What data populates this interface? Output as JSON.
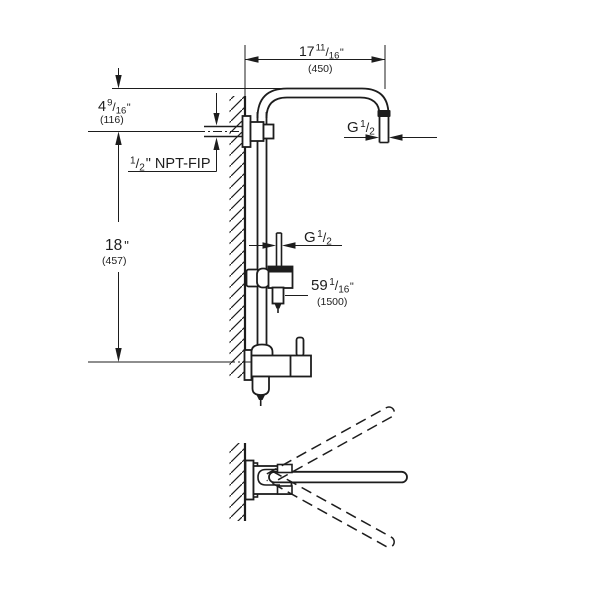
{
  "labels": {
    "width": {
      "whole": "17",
      "num": "11",
      "slash": "/",
      "den": "16",
      "unit": "\"",
      "mm": "(450)"
    },
    "arm_height": {
      "whole": "4",
      "num": "9",
      "slash": "/",
      "den": "16",
      "unit": "\"",
      "mm": "(116)"
    },
    "inlet_thread": {
      "num": "1",
      "slash": "/",
      "den": "2",
      "rest": "\" NPT-FIP"
    },
    "riser_height": {
      "whole": "18",
      "unit": "\"",
      "mm": "(457)"
    },
    "arm_outlet_thread": {
      "g": "G",
      "num": "1",
      "slash": "/",
      "den": "2"
    },
    "holder_outlet_thread": {
      "g": "G",
      "num": "1",
      "slash": "/",
      "den": "2"
    },
    "hose_length": {
      "whole": "59",
      "num": "1",
      "slash": "/",
      "den": "16",
      "unit": "\"",
      "mm": "(1500)"
    }
  },
  "colors": {
    "line": "#1d1d1d",
    "background": "#ffffff"
  }
}
